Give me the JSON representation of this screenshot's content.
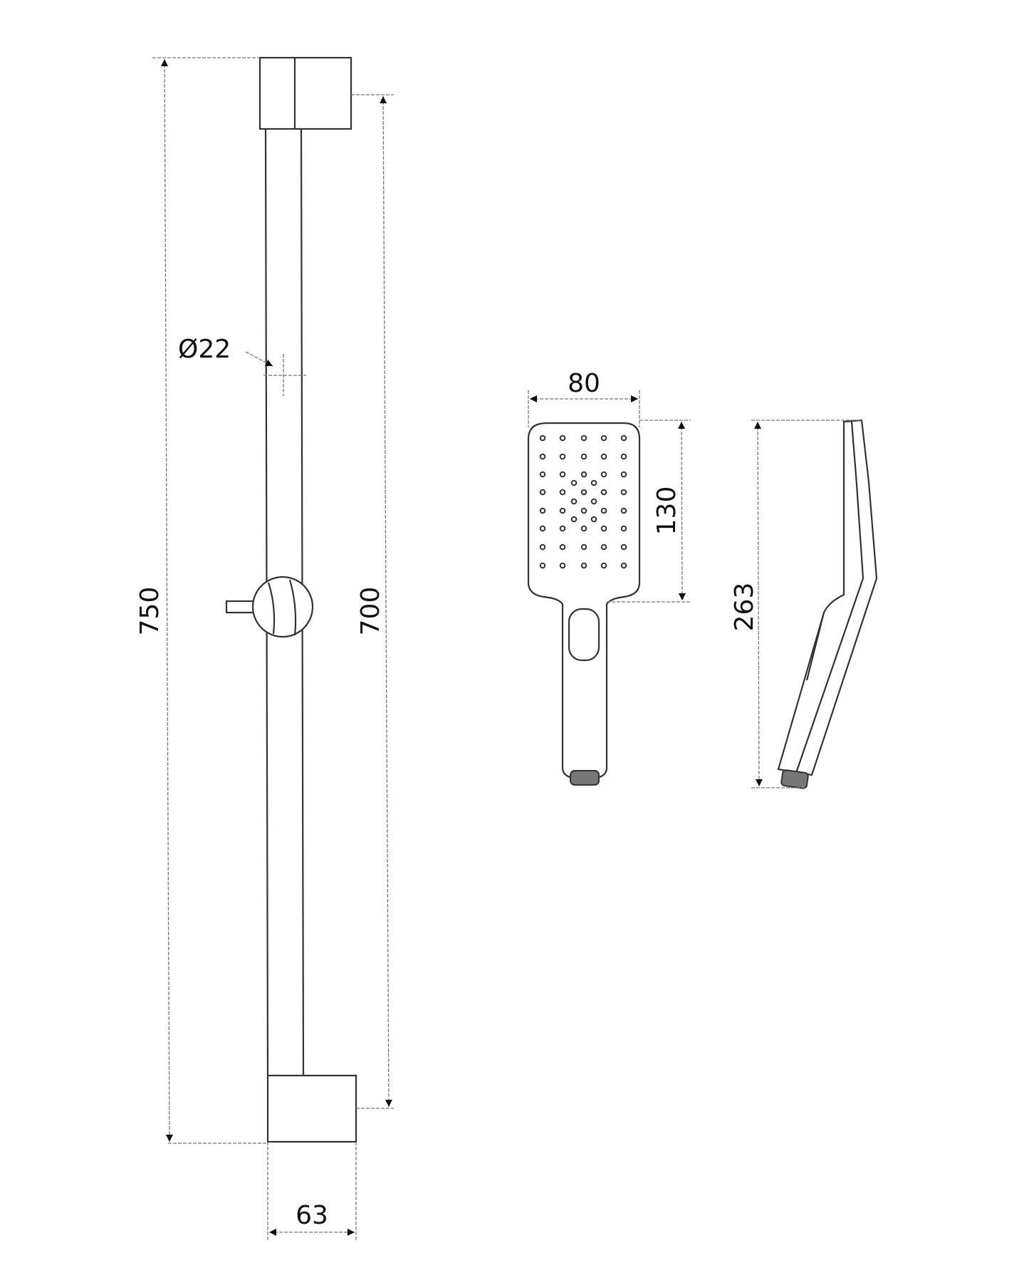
{
  "drawing": {
    "rail": {
      "overall_height_label": "750",
      "bracket_spacing_label": "700",
      "rod_diameter_label": "Ø22",
      "bracket_width_label": "63"
    },
    "hand_shower": {
      "head_width_label": "80",
      "head_height_label": "130",
      "overall_length_label": "263"
    },
    "line_color": "#333333",
    "dimension_color": "#777777"
  }
}
